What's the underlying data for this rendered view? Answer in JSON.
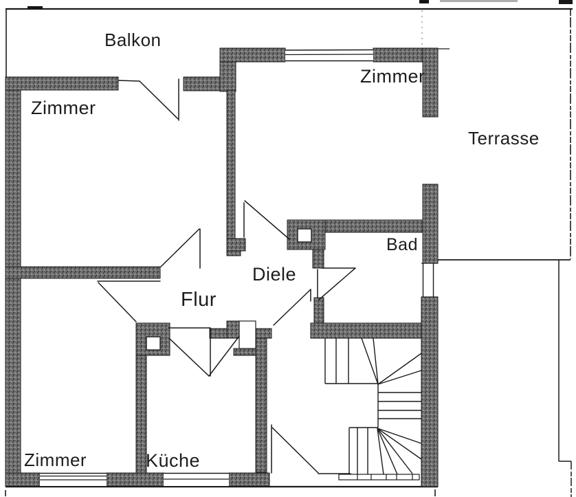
{
  "labels": {
    "balkon": "Balkon",
    "zimmer_top_left": "Zimmer",
    "zimmer_top_right": "Zimmer",
    "terrasse": "Terrasse",
    "bad": "Bad",
    "diele": "Diele",
    "flur": "Flur",
    "zimmer_bottom_left": "Zimmer",
    "kueche": "Küche"
  },
  "colors": {
    "background": "#ffffff",
    "wall_fill": "#757575",
    "wall_dark": "#424242",
    "line": "#1a1a1a"
  }
}
